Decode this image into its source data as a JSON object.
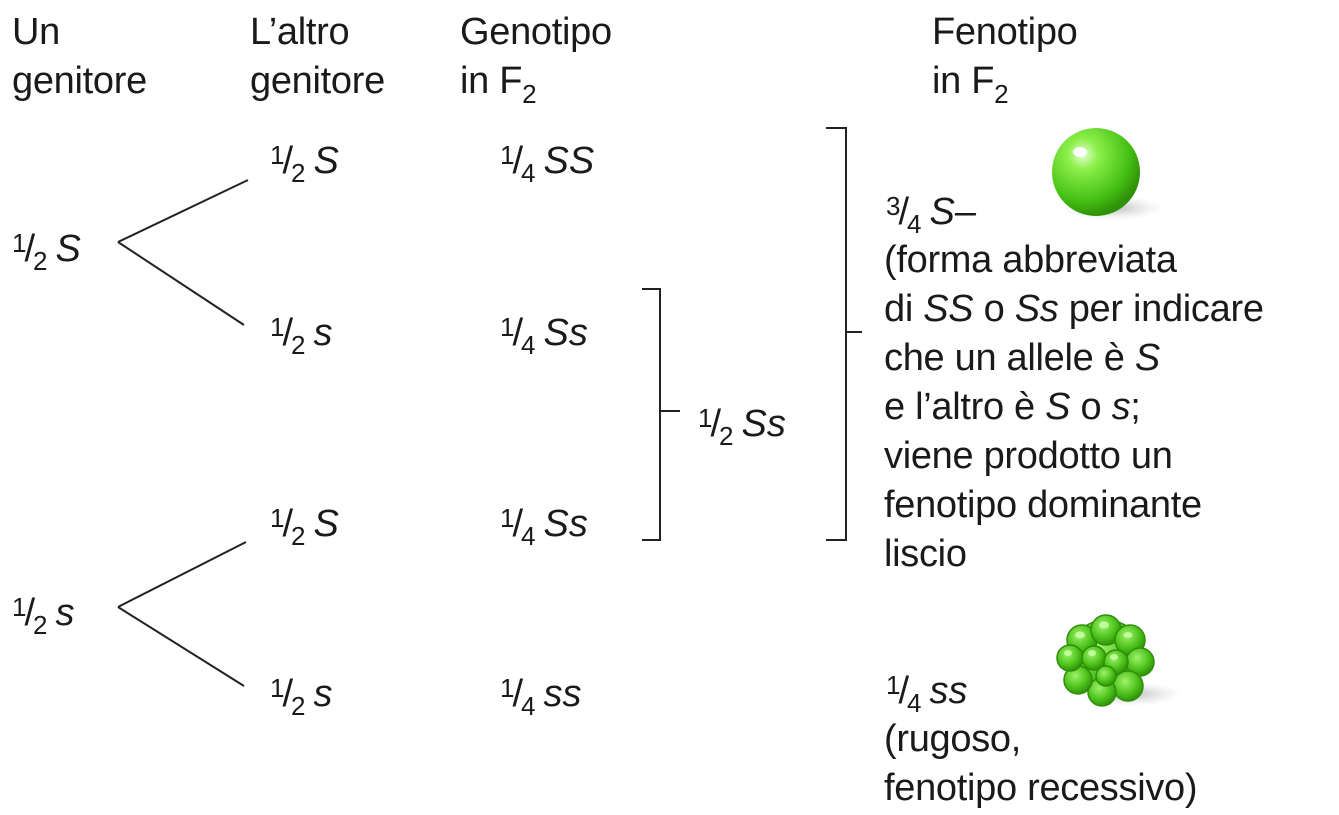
{
  "headers": {
    "parent1": [
      "Un",
      "genitore"
    ],
    "parent2": [
      "L’altro",
      "genitore"
    ],
    "genotype": [
      "Genotipo",
      "in F",
      "2"
    ],
    "phenotype": [
      "Fenotipo",
      "in F",
      "2"
    ]
  },
  "parent1": [
    {
      "num": "1",
      "den": "2",
      "allele": "S"
    },
    {
      "num": "1",
      "den": "2",
      "allele": "s"
    }
  ],
  "parent2": [
    {
      "num": "1",
      "den": "2",
      "allele": "S"
    },
    {
      "num": "1",
      "den": "2",
      "allele": "s"
    },
    {
      "num": "1",
      "den": "2",
      "allele": "S"
    },
    {
      "num": "1",
      "den": "2",
      "allele": "s"
    }
  ],
  "genotypes": [
    {
      "num": "1",
      "den": "4",
      "genotype": "SS"
    },
    {
      "num": "1",
      "den": "4",
      "genotype": "Ss"
    },
    {
      "num": "1",
      "den": "4",
      "genotype": "Ss"
    },
    {
      "num": "1",
      "den": "4",
      "genotype": "ss"
    }
  ],
  "combined_heterozygote": {
    "num": "1",
    "den": "2",
    "genotype": "Ss"
  },
  "dominant_phenotype": {
    "num": "3",
    "den": "4",
    "genotype": "S–",
    "lines": [
      "(forma abbreviata",
      [
        "di ",
        "SS",
        " o ",
        "Ss",
        " per indicare"
      ],
      [
        "che un allele è ",
        "S"
      ],
      [
        "e l’altro è ",
        "S",
        " o ",
        "s",
        ";"
      ],
      "viene prodotto un",
      "fenotipo dominante",
      "liscio"
    ],
    "pea_icon": "smooth-pea-icon",
    "pea_color": "#5fd61f"
  },
  "recessive_phenotype": {
    "num": "1",
    "den": "4",
    "genotype": "ss",
    "lines": [
      "(rugoso,",
      "fenotipo recessivo)"
    ],
    "pea_icon": "wrinkled-pea-icon",
    "pea_color": "#4cc21a"
  }
}
